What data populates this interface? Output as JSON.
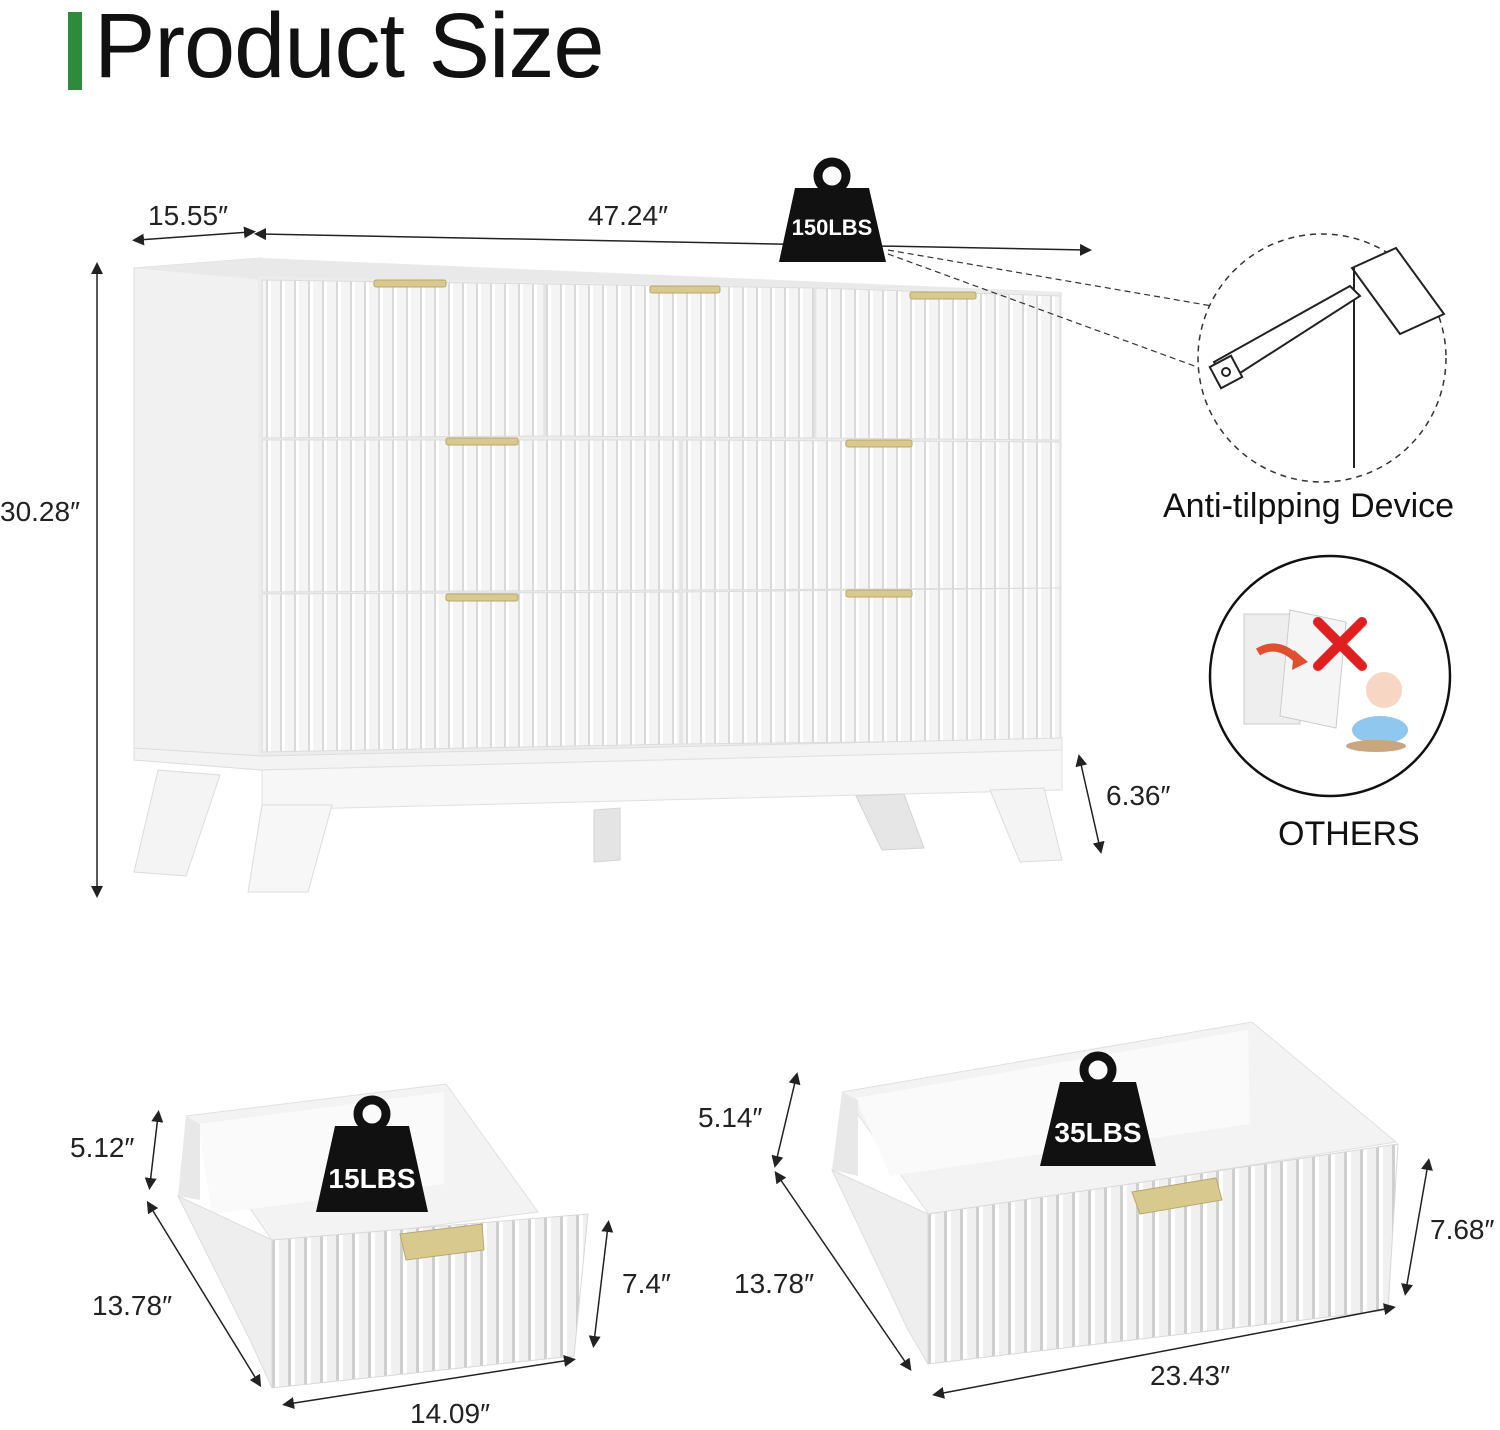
{
  "title": "Product Size",
  "colors": {
    "accent_bar": "#2e8b3c",
    "weight_badge": "#111111",
    "handle": "#d8c98e",
    "cross": "#e02020"
  },
  "dresser": {
    "depth": "15.55″",
    "width": "47.24″",
    "height": "30.28″",
    "leg_height": "6.36″",
    "max_load": "150LBS"
  },
  "anti_tip": {
    "label": "Anti-tilpping Device"
  },
  "others": {
    "label": "OTHERS"
  },
  "small_drawer": {
    "height": "5.12″",
    "depth": "13.78″",
    "front_height": "7.4″",
    "width": "14.09″",
    "max_load": "15LBS"
  },
  "large_drawer": {
    "height": "5.14″",
    "depth": "13.78″",
    "front_height": "7.68″",
    "width": "23.43″",
    "max_load": "35LBS"
  }
}
